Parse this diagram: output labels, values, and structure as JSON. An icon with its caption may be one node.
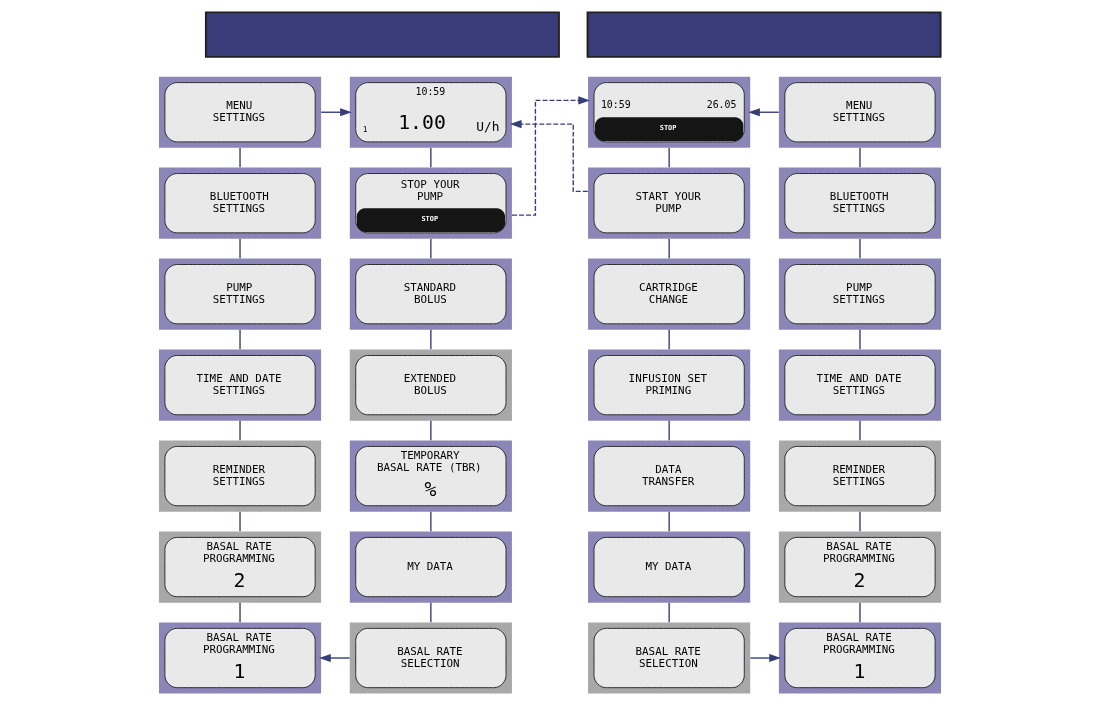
{
  "diagram": {
    "nodes": [
      {
        "text": [],
        "shape": "bar"
      },
      {
        "text": [
          "MENU SETTINGS"
        ]
      },
      {
        "text": [
          "BLUETOOTH SETTINGS"
        ]
      },
      {
        "text": [
          "PUMP SETTINGS"
        ]
      },
      {
        "text": [
          "TIME AND DATE SETTINGS"
        ]
      },
      {
        "text": [
          "REMINDER SETTINGS"
        ]
      },
      {
        "text": [
          "BASAL RATE PROGRAMMING",
          "2"
        ]
      },
      {
        "text": [
          "BASAL RATE PROGRAMMING",
          "1"
        ]
      },
      {
        "text": [
          "10:59",
          "1",
          "1.00",
          "U/h"
        ]
      },
      {
        "text": [
          "STOP YOUR PUMP",
          "STOP"
        ]
      },
      {
        "text": [
          "STANDARD BOLUS"
        ]
      },
      {
        "text": [
          "EXTENDED BOLUS"
        ]
      },
      {
        "text": [
          "TEMPORARY BASAL RATE (TBR)",
          "%"
        ]
      },
      {
        "text": [
          "MY DATA"
        ]
      },
      {
        "text": [
          "BASAL RATE SELECTION"
        ]
      },
      {
        "text": [],
        "shape": "bar"
      },
      {
        "text": [
          "10:59",
          "26.05",
          "STOP"
        ]
      },
      {
        "text": [
          "START YOUR PUMP"
        ]
      },
      {
        "text": [
          "CARTRIDGE CHANGE"
        ]
      },
      {
        "text": [
          "INFUSION SET PRIMING"
        ]
      },
      {
        "text": [
          "DATA TRANSFER"
        ]
      },
      {
        "text": [
          "MY DATA"
        ]
      },
      {
        "text": [
          "BASAL RATE SELECTION"
        ]
      },
      {
        "text": [
          "MENU SETTINGS"
        ]
      },
      {
        "text": [
          "BLUETOOTH SETTINGS"
        ]
      },
      {
        "text": [
          "PUMP SETTINGS"
        ]
      },
      {
        "text": [
          "TIME AND DATE SETTINGS"
        ]
      },
      {
        "text": [
          "REMINDER SETTINGS"
        ]
      },
      {
        "text": [
          "BASAL RATE PROGRAMMING",
          "2"
        ]
      },
      {
        "text": [
          "BASAL RATE PROGRAMMING",
          "1"
        ]
      }
    ],
    "edges": [
      {
        "from": 1,
        "to": 8,
        "arrow": "to"
      },
      {
        "from": 1,
        "to": 2,
        "arrow": "none"
      },
      {
        "from": 2,
        "to": 3,
        "arrow": "none"
      },
      {
        "from": 3,
        "to": 4,
        "arrow": "none"
      },
      {
        "from": 4,
        "to": 5,
        "arrow": "none"
      },
      {
        "from": 5,
        "to": 6,
        "arrow": "none"
      },
      {
        "from": 6,
        "to": 7,
        "arrow": "none"
      },
      {
        "from": 8,
        "to": 9,
        "arrow": "none"
      },
      {
        "from": 9,
        "to": 10,
        "arrow": "none"
      },
      {
        "from": 10,
        "to": 11,
        "arrow": "none"
      },
      {
        "from": 11,
        "to": 12,
        "arrow": "none"
      },
      {
        "from": 12,
        "to": 13,
        "arrow": "none"
      },
      {
        "from": 13,
        "to": 14,
        "arrow": "none"
      },
      {
        "from": 14,
        "to": 7,
        "arrow": "to"
      },
      {
        "from": 9,
        "to": 16,
        "arrow": "to",
        "style": "dashed"
      },
      {
        "from": 17,
        "to": 8,
        "arrow": "to",
        "style": "dashed"
      },
      {
        "from": 16,
        "to": 17,
        "arrow": "none"
      },
      {
        "from": 17,
        "to": 18,
        "arrow": "none"
      },
      {
        "from": 18,
        "to": 19,
        "arrow": "none"
      },
      {
        "from": 19,
        "to": 20,
        "arrow": "none"
      },
      {
        "from": 20,
        "to": 21,
        "arrow": "none"
      },
      {
        "from": 21,
        "to": 22,
        "arrow": "none"
      },
      {
        "from": 22,
        "to": 29,
        "arrow": "to"
      },
      {
        "from": 23,
        "to": 24,
        "arrow": "none"
      },
      {
        "from": 24,
        "to": 25,
        "arrow": "none"
      },
      {
        "from": 25,
        "to": 26,
        "arrow": "none"
      },
      {
        "from": 26,
        "to": 27,
        "arrow": "none"
      },
      {
        "from": 27,
        "to": 28,
        "arrow": "none"
      },
      {
        "from": 28,
        "to": 29,
        "arrow": "none"
      },
      {
        "from": 23,
        "to": 16,
        "arrow": "to"
      }
    ]
  }
}
